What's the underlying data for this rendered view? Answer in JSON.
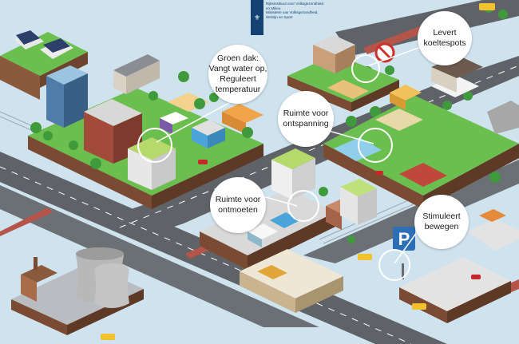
{
  "logo": {
    "emblem": "rijksoverheid-emblem-icon",
    "line1": "Rijksinstituut voor Volksgezondheid",
    "line2": "en Milieu",
    "line3": "Ministerie van Volksgezondheid,",
    "line4": "Welzijn en Sport"
  },
  "callouts": {
    "green_roof": "Groen dak:\nVangt water op,\nReguleert\ntemperatuur",
    "relaxation": "Ruimte voor\nontspanning",
    "meeting": "Ruimte voor\nontmoeten",
    "cooling": "Levert\nkoeltespots",
    "exercise": "Stimuleert\nbewegen"
  },
  "signs": {
    "parking": "P"
  },
  "colors": {
    "background": "#cfe3ef",
    "grass": "#6bbf4e",
    "road": "#5f6367",
    "bike_lane": "#b5554a",
    "water": "#8fcfea",
    "government_blue": "#154273"
  }
}
